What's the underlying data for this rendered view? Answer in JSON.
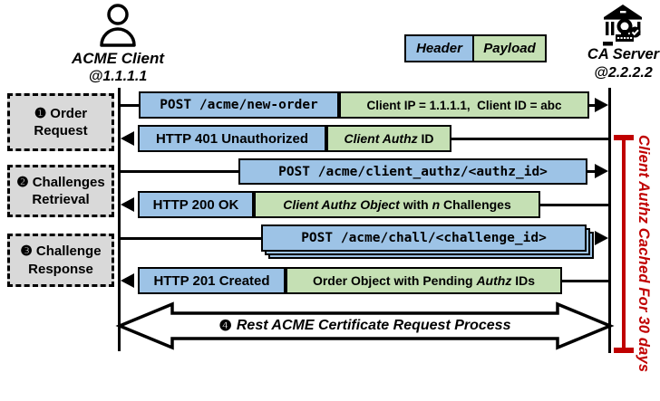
{
  "palette": {
    "header_blue": "#9DC3E6",
    "payload_green": "#C5E0B4",
    "step_gray": "#D9D9D9",
    "annotation_red": "#C00000",
    "line_black": "#000000"
  },
  "actors": {
    "client": {
      "name": "ACME Client",
      "address": "@1.1.1.1",
      "icon": "person-icon"
    },
    "server": {
      "name": "CA Server",
      "address": "@2.2.2.2",
      "icon": "bank-certificate-icon"
    }
  },
  "legend": {
    "header": "Header",
    "payload": "Payload"
  },
  "steps": [
    {
      "badge": "❶",
      "label": "Order Request"
    },
    {
      "badge": "❷",
      "label": "Challenges Retrieval"
    },
    {
      "badge": "❸",
      "label": "Challenge Response"
    }
  ],
  "messages": {
    "new_order": {
      "direction": "client-to-server",
      "header": "POST /acme/new-order",
      "payload": "Client IP = 1.1.1.1,  Client ID = abc"
    },
    "unauthorized": {
      "direction": "server-to-client",
      "header": "HTTP 401 Unauthorized",
      "payload_italic": "Client Authz",
      "payload_rest": " ID"
    },
    "client_authz_request": {
      "direction": "client-to-server",
      "header": "POST /acme/client_authz/<authz_id>"
    },
    "ok_200": {
      "direction": "server-to-client",
      "header": "HTTP 200 OK",
      "p1": "Client Authz Object",
      "p2": " with ",
      "p3": "n",
      "p4": " Challenges"
    },
    "challenge_request": {
      "direction": "client-to-server",
      "header": "POST /acme/chall/<challenge_id>",
      "stacked": "multiple"
    },
    "created_201": {
      "direction": "server-to-client",
      "header": "HTTP 201 Created",
      "p1": "Order Object with Pending ",
      "p2": "Authz",
      "p3": " IDs"
    },
    "rest_process": {
      "direction": "bidirectional",
      "badge": "❹",
      "label": "Rest ACME Certificate Request Process"
    }
  },
  "annotation": {
    "text": "Client Authz Cached For 30 days"
  }
}
